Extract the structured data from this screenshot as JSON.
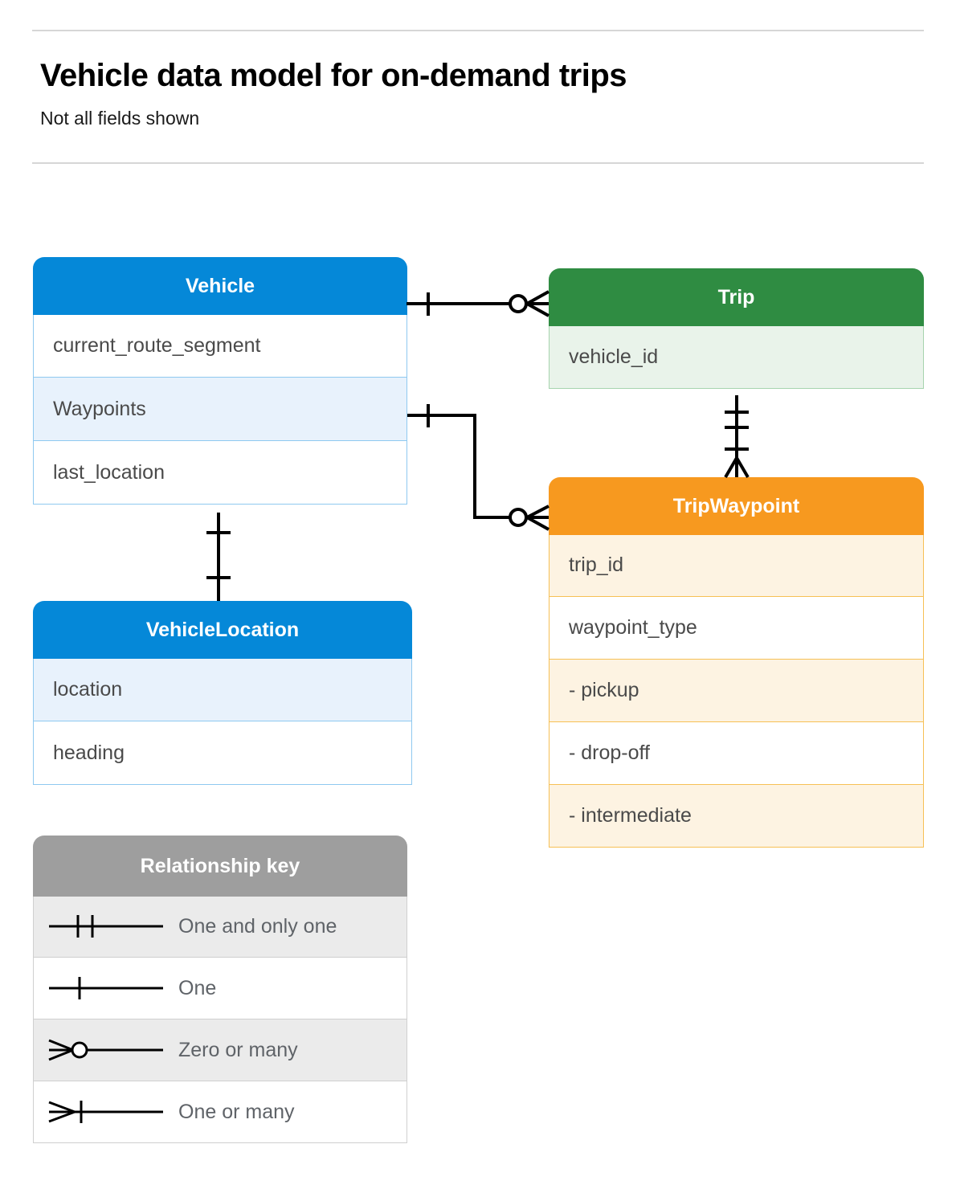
{
  "header": {
    "title": "Vehicle data model for on-demand trips",
    "subtitle": "Not all fields shown"
  },
  "colors": {
    "blue": "#0588d8",
    "blue_row": "#e8f2fc",
    "blue_border": "#8fc9f0",
    "green": "#2f8c42",
    "green_row": "#e9f3ea",
    "green_border": "#a6d4ae",
    "orange": "#f7991f",
    "orange_row": "#fdf3e2",
    "orange_border": "#f6c055",
    "grey": "#9e9e9e",
    "grey_row": "#ebebeb",
    "text": "#4a4a4a",
    "line": "#000000"
  },
  "entities": {
    "vehicle": {
      "name": "Vehicle",
      "fields": [
        {
          "label": "current_route_segment"
        },
        {
          "label": "Waypoints"
        },
        {
          "label": "last_location"
        }
      ]
    },
    "vehicle_location": {
      "name": "VehicleLocation",
      "fields": [
        {
          "label": "location"
        },
        {
          "label": "heading"
        }
      ]
    },
    "trip": {
      "name": "Trip",
      "fields": [
        {
          "label": "vehicle_id"
        }
      ]
    },
    "trip_waypoint": {
      "name": "TripWaypoint",
      "fields": [
        {
          "label": "trip_id"
        },
        {
          "label": "waypoint_type"
        },
        {
          "label": "-  pickup"
        },
        {
          "label": "-  drop-off"
        },
        {
          "label": "-  intermediate"
        }
      ]
    }
  },
  "legend": {
    "title": "Relationship key",
    "items": [
      {
        "symbol": "one-and-only-one",
        "label": "One and only one"
      },
      {
        "symbol": "one",
        "label": "One"
      },
      {
        "symbol": "zero-or-many",
        "label": "Zero or many"
      },
      {
        "symbol": "one-or-many",
        "label": "One or many"
      }
    ]
  },
  "relationships": [
    {
      "from": "Vehicle",
      "to": "Trip",
      "from_cardinality": "One",
      "to_cardinality": "Zero or many"
    },
    {
      "from": "Vehicle.Waypoints",
      "to": "TripWaypoint",
      "from_cardinality": "One",
      "to_cardinality": "Zero or many"
    },
    {
      "from": "Trip",
      "to": "TripWaypoint",
      "from_cardinality": "One and only one",
      "to_cardinality": "One or many"
    },
    {
      "from": "Vehicle",
      "to": "VehicleLocation",
      "from_cardinality": "One",
      "to_cardinality": "One"
    }
  ]
}
